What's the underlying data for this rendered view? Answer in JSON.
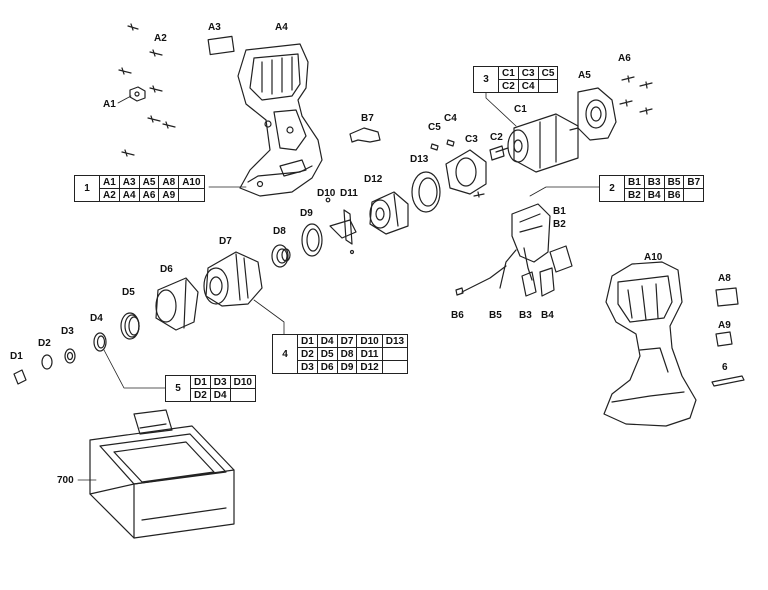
{
  "labels": {
    "A1": "A1",
    "A2": "A2",
    "A3": "A3",
    "A4": "A4",
    "A5": "A5",
    "A6": "A6",
    "A8": "A8",
    "A9": "A9",
    "A10": "A10",
    "six": "6",
    "B1": "B1",
    "B2": "B2",
    "B3": "B3",
    "B4": "B4",
    "B5": "B5",
    "B6": "B6",
    "B7": "B7",
    "C1": "C1",
    "C2": "C2",
    "C3": "C3",
    "C4": "C4",
    "C5": "C5",
    "D1": "D1",
    "D2": "D2",
    "D3": "D3",
    "D4": "D4",
    "D5": "D5",
    "D6": "D6",
    "D7": "D7",
    "D8": "D8",
    "D9": "D9",
    "D10": "D10",
    "D11": "D11",
    "D12": "D12",
    "D13": "D13",
    "case": "700"
  },
  "group_tables": {
    "g1": {
      "num": "1",
      "rows": [
        [
          "A1",
          "A3",
          "A5",
          "A8",
          "A10"
        ],
        [
          "A2",
          "A4",
          "A6",
          "A9",
          ""
        ]
      ]
    },
    "g2": {
      "num": "2",
      "rows": [
        [
          "B1",
          "B3",
          "B5",
          "B7"
        ],
        [
          "B2",
          "B4",
          "B6",
          ""
        ]
      ]
    },
    "g3": {
      "num": "3",
      "rows": [
        [
          "C1",
          "C3",
          "C5"
        ],
        [
          "C2",
          "C4",
          ""
        ]
      ]
    },
    "g4": {
      "num": "4",
      "rows": [
        [
          "D1",
          "D4",
          "D7",
          "D10",
          "D13"
        ],
        [
          "D2",
          "D5",
          "D8",
          "D11",
          ""
        ],
        [
          "D3",
          "D6",
          "D9",
          "D12",
          ""
        ]
      ]
    },
    "g5": {
      "num": "5",
      "rows": [
        [
          "D1",
          "D3",
          "D10"
        ],
        [
          "D2",
          "D4",
          ""
        ]
      ]
    }
  }
}
